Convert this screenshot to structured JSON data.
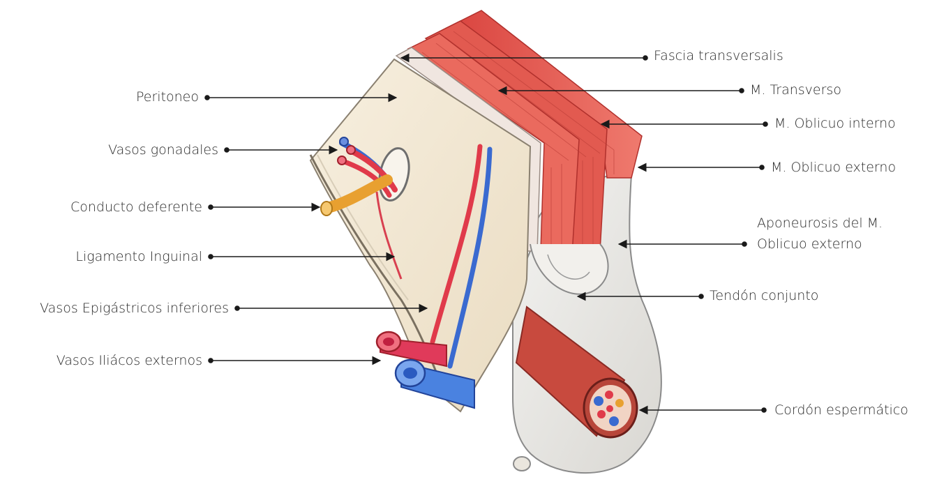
{
  "labels": {
    "peritoneo": "Peritoneo",
    "vasos_gonadales": "Vasos gonadales",
    "conducto_deferente": "Conducto deferente",
    "ligamento_inguinal": "Ligamento Inguinal",
    "vasos_epigastricos": "Vasos Epigástricos inferiores",
    "vasos_iliacos": "Vasos Iliácos externos",
    "fascia_transversalis": "Fascia transversalis",
    "m_transverso": "M. Transverso",
    "m_oblicuo_interno": "M. Oblicuo interno",
    "m_oblicuo_externo": "M. Oblicuo externo",
    "aponeurosis_line1": "Aponeurosis del M.",
    "aponeurosis_line2": "Oblicuo externo",
    "tendon_conjunto": "Tendón conjunto",
    "cordon_espermatico": "Cordón espermático"
  },
  "colors": {
    "muscle": "#e0504a",
    "muscle_dark": "#c23a36",
    "peritoneum": "#f4ead8",
    "artery": "#e03a4a",
    "vein": "#3a6ad0",
    "deferent": "#f2b040",
    "fascia_white": "#ececec",
    "leader": "#1a1a1a"
  }
}
